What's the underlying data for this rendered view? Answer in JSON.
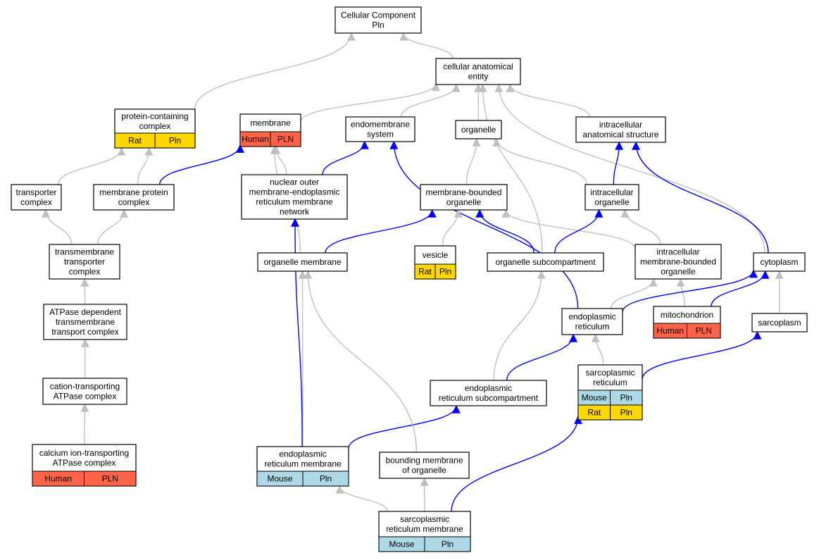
{
  "graph": {
    "nodes": [
      {
        "id": "cc",
        "lines": [
          "Cellular Component",
          "Pln"
        ]
      },
      {
        "id": "cae",
        "lines": [
          "cellular anatomical",
          "entity"
        ]
      },
      {
        "id": "pcc",
        "lines": [
          "protein-containing",
          "complex"
        ],
        "annotations": [
          {
            "label": "Rat",
            "color": "#ffd700"
          },
          {
            "label": "Pln",
            "color": "#ffd700"
          }
        ]
      },
      {
        "id": "mem",
        "lines": [
          "membrane"
        ],
        "annotations": [
          {
            "label": "Human",
            "color": "#ff6347"
          },
          {
            "label": "PLN",
            "color": "#ff6347"
          }
        ]
      },
      {
        "id": "ems",
        "lines": [
          "endomembrane",
          "system"
        ]
      },
      {
        "id": "org",
        "lines": [
          "organelle"
        ]
      },
      {
        "id": "ias",
        "lines": [
          "intracellular",
          "anatomical structure"
        ]
      },
      {
        "id": "tc",
        "lines": [
          "transporter",
          "complex"
        ]
      },
      {
        "id": "mpc",
        "lines": [
          "membrane protein",
          "complex"
        ]
      },
      {
        "id": "nom",
        "lines": [
          "nuclear outer",
          "membrane-endoplasmic",
          "reticulum membrane",
          "network"
        ]
      },
      {
        "id": "mbo",
        "lines": [
          "membrane-bounded",
          "organelle"
        ]
      },
      {
        "id": "io",
        "lines": [
          "intracellular",
          "organelle"
        ]
      },
      {
        "id": "ttc",
        "lines": [
          "transmembrane",
          "transporter",
          "complex"
        ]
      },
      {
        "id": "om",
        "lines": [
          "organelle membrane"
        ]
      },
      {
        "id": "ves",
        "lines": [
          "vesicle"
        ],
        "annotations": [
          {
            "label": "Rat",
            "color": "#ffd700"
          },
          {
            "label": "Pln",
            "color": "#ffd700"
          }
        ]
      },
      {
        "id": "os",
        "lines": [
          "organelle subcompartment"
        ]
      },
      {
        "id": "imbo",
        "lines": [
          "intracellular",
          "membrane-bounded",
          "organelle"
        ]
      },
      {
        "id": "cyt",
        "lines": [
          "cytoplasm"
        ]
      },
      {
        "id": "atp",
        "lines": [
          "ATPase dependent",
          "transmembrane",
          "transport complex"
        ]
      },
      {
        "id": "er",
        "lines": [
          "endoplasmic",
          "reticulum"
        ]
      },
      {
        "id": "mit",
        "lines": [
          "mitochondrion"
        ],
        "annotations": [
          {
            "label": "Human",
            "color": "#ff6347"
          },
          {
            "label": "PLN",
            "color": "#ff6347"
          }
        ]
      },
      {
        "id": "sarco",
        "lines": [
          "sarcoplasm"
        ]
      },
      {
        "id": "cta",
        "lines": [
          "cation-transporting",
          "ATPase complex"
        ]
      },
      {
        "id": "ers",
        "lines": [
          "endoplasmic",
          "reticulum subcompartment"
        ]
      },
      {
        "id": "sr",
        "lines": [
          "sarcoplasmic",
          "reticulum"
        ],
        "annotations": [
          {
            "label": "Mouse",
            "color": "#add8e6"
          },
          {
            "label": "Pln",
            "color": "#add8e6"
          },
          {
            "label": "Rat",
            "color": "#ffd700"
          },
          {
            "label": "Pln",
            "color": "#ffd700"
          }
        ]
      },
      {
        "id": "cit",
        "lines": [
          "calcium ion-transporting",
          "ATPase complex"
        ],
        "annotations": [
          {
            "label": "Human",
            "color": "#ff6347"
          },
          {
            "label": "PLN",
            "color": "#ff6347"
          }
        ]
      },
      {
        "id": "erm",
        "lines": [
          "endoplasmic",
          "reticulum membrane"
        ],
        "annotations": [
          {
            "label": "Mouse",
            "color": "#add8e6"
          },
          {
            "label": "Pln",
            "color": "#add8e6"
          }
        ]
      },
      {
        "id": "bmo",
        "lines": [
          "bounding membrane",
          "of organelle"
        ]
      },
      {
        "id": "srm",
        "lines": [
          "sarcoplasmic",
          "reticulum membrane"
        ],
        "annotations": [
          {
            "label": "Mouse",
            "color": "#add8e6"
          },
          {
            "label": "Pln",
            "color": "#add8e6"
          }
        ]
      }
    ],
    "edges": [
      {
        "from": "cae",
        "to": "cc",
        "kind": "is_a"
      },
      {
        "from": "pcc",
        "to": "cc",
        "kind": "is_a"
      },
      {
        "from": "mem",
        "to": "cae",
        "kind": "is_a"
      },
      {
        "from": "ems",
        "to": "cae",
        "kind": "is_a"
      },
      {
        "from": "org",
        "to": "cae",
        "kind": "is_a"
      },
      {
        "from": "ias",
        "to": "cae",
        "kind": "is_a"
      },
      {
        "from": "cyt",
        "to": "cae",
        "kind": "is_a"
      },
      {
        "from": "os",
        "to": "cae",
        "kind": "is_a"
      },
      {
        "from": "tc",
        "to": "pcc",
        "kind": "is_a"
      },
      {
        "from": "mpc",
        "to": "pcc",
        "kind": "is_a"
      },
      {
        "from": "mpc",
        "to": "mem",
        "kind": "part_of"
      },
      {
        "from": "nom",
        "to": "mem",
        "kind": "is_a"
      },
      {
        "from": "om",
        "to": "mem",
        "kind": "is_a"
      },
      {
        "from": "nom",
        "to": "ems",
        "kind": "part_of"
      },
      {
        "from": "er",
        "to": "ems",
        "kind": "part_of"
      },
      {
        "from": "mbo",
        "to": "org",
        "kind": "is_a"
      },
      {
        "from": "io",
        "to": "org",
        "kind": "is_a"
      },
      {
        "from": "io",
        "to": "ias",
        "kind": "part_of"
      },
      {
        "from": "cyt",
        "to": "ias",
        "kind": "part_of"
      },
      {
        "from": "ttc",
        "to": "tc",
        "kind": "is_a"
      },
      {
        "from": "ttc",
        "to": "mpc",
        "kind": "is_a"
      },
      {
        "from": "om",
        "to": "mbo",
        "kind": "part_of"
      },
      {
        "from": "ves",
        "to": "mbo",
        "kind": "is_a"
      },
      {
        "from": "os",
        "to": "mbo",
        "kind": "part_of"
      },
      {
        "from": "imbo",
        "to": "mbo",
        "kind": "is_a"
      },
      {
        "from": "os",
        "to": "io",
        "kind": "part_of"
      },
      {
        "from": "imbo",
        "to": "io",
        "kind": "is_a"
      },
      {
        "from": "atp",
        "to": "ttc",
        "kind": "is_a"
      },
      {
        "from": "er",
        "to": "imbo",
        "kind": "is_a"
      },
      {
        "from": "mit",
        "to": "imbo",
        "kind": "is_a"
      },
      {
        "from": "er",
        "to": "cyt",
        "kind": "part_of"
      },
      {
        "from": "mit",
        "to": "cyt",
        "kind": "part_of"
      },
      {
        "from": "sarco",
        "to": "cyt",
        "kind": "is_a"
      },
      {
        "from": "cta",
        "to": "atp",
        "kind": "is_a"
      },
      {
        "from": "ers",
        "to": "os",
        "kind": "is_a"
      },
      {
        "from": "ers",
        "to": "er",
        "kind": "part_of"
      },
      {
        "from": "sr",
        "to": "er",
        "kind": "is_a"
      },
      {
        "from": "sr",
        "to": "sarco",
        "kind": "part_of"
      },
      {
        "from": "cit",
        "to": "cta",
        "kind": "is_a"
      },
      {
        "from": "erm",
        "to": "om",
        "kind": "is_a"
      },
      {
        "from": "erm",
        "to": "nom",
        "kind": "part_of"
      },
      {
        "from": "erm",
        "to": "ers",
        "kind": "part_of"
      },
      {
        "from": "bmo",
        "to": "om",
        "kind": "is_a"
      },
      {
        "from": "srm",
        "to": "bmo",
        "kind": "is_a"
      },
      {
        "from": "srm",
        "to": "erm",
        "kind": "is_a"
      },
      {
        "from": "srm",
        "to": "sr",
        "kind": "part_of"
      }
    ],
    "edge_colors": {
      "is_a": "#c0c0c0",
      "part_of": "#0000ff"
    }
  }
}
